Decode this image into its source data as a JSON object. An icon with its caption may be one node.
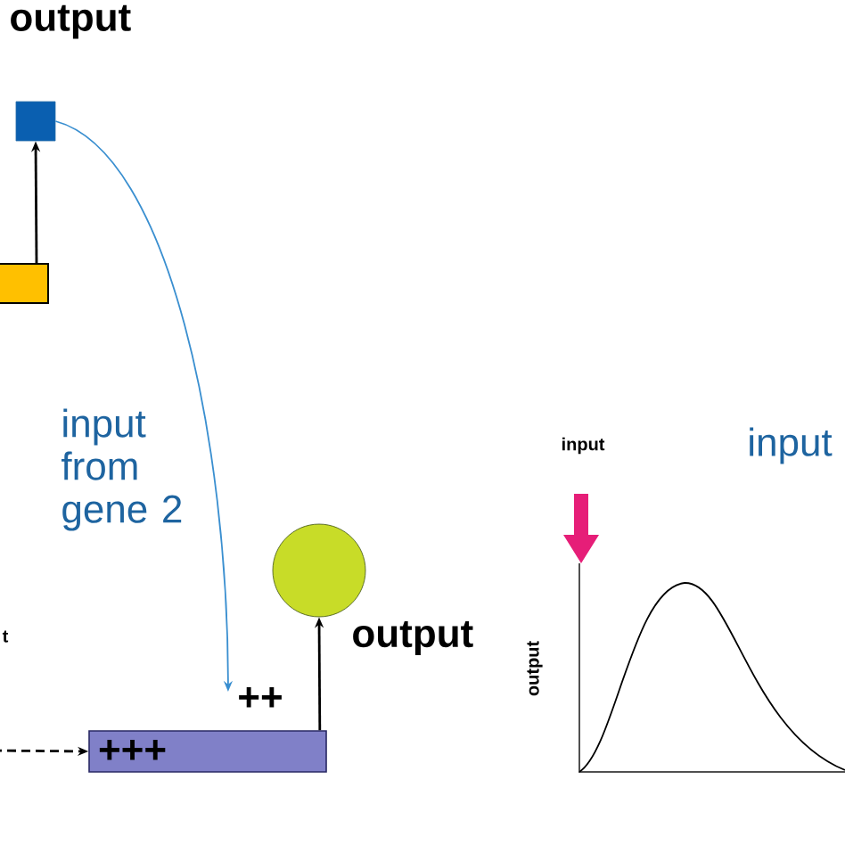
{
  "diagram": {
    "nodes": [
      {
        "text": [
          "output"
        ]
      },
      {
        "text": [],
        "shape": "box"
      },
      {
        "text": [
          "+++"
        ]
      },
      {
        "text": [],
        "shape": "circle"
      },
      {
        "text": [
          "++"
        ]
      }
    ],
    "edges": [
      {
        "from": 1,
        "to": 0,
        "arrow": "to"
      },
      {
        "from": 2,
        "to": 3,
        "arrow": "to",
        "label": "output"
      },
      {
        "from": 0,
        "to": 4,
        "arrow": "to",
        "label": "input from gene 2",
        "color": "#3a8fd0"
      },
      {
        "from": null,
        "to": 2,
        "arrow": "to",
        "style": "dashed"
      }
    ],
    "labels": [
      "t",
      "input",
      "output",
      "input"
    ]
  }
}
